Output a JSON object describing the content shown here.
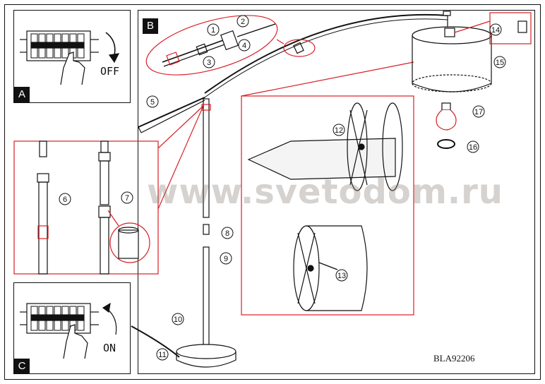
{
  "panels": {
    "a": {
      "letter": "A",
      "switch_label": "OFF"
    },
    "b": {
      "letter": "B"
    },
    "c": {
      "letter": "C",
      "switch_label": "ON"
    }
  },
  "steps": [
    "1",
    "2",
    "3",
    "4",
    "5",
    "6",
    "7",
    "8",
    "9",
    "10",
    "11",
    "12",
    "13",
    "14",
    "15",
    "16",
    "17"
  ],
  "model_code": "BLA92206",
  "watermark": "www.svetodom.ru",
  "colors": {
    "line": "#111111",
    "accent": "#d81f26",
    "background": "#ffffff"
  }
}
